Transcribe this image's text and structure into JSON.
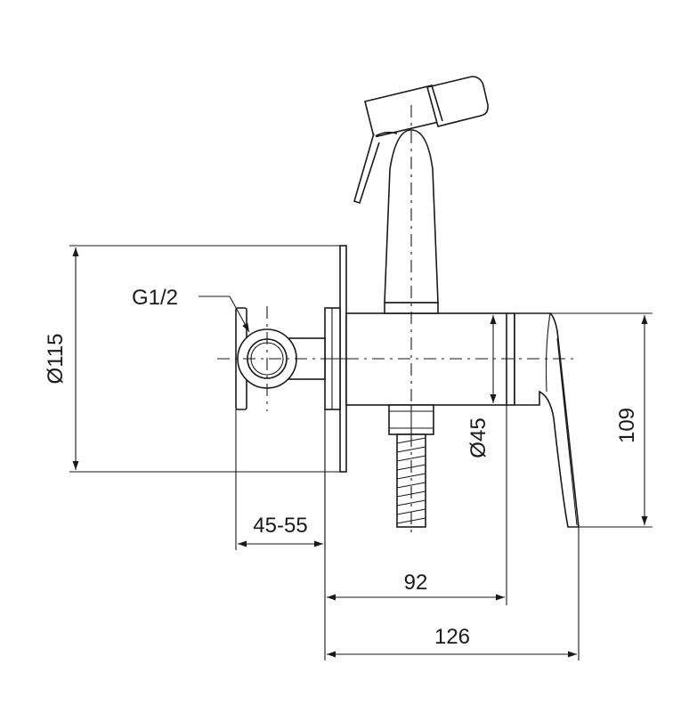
{
  "drawing": {
    "labels": {
      "thread": "G1/2",
      "plate_diameter": "Ø115",
      "body_diameter": "Ø45",
      "depth": "45-55",
      "length_body": "92",
      "length_total": "126",
      "height": "109"
    }
  }
}
